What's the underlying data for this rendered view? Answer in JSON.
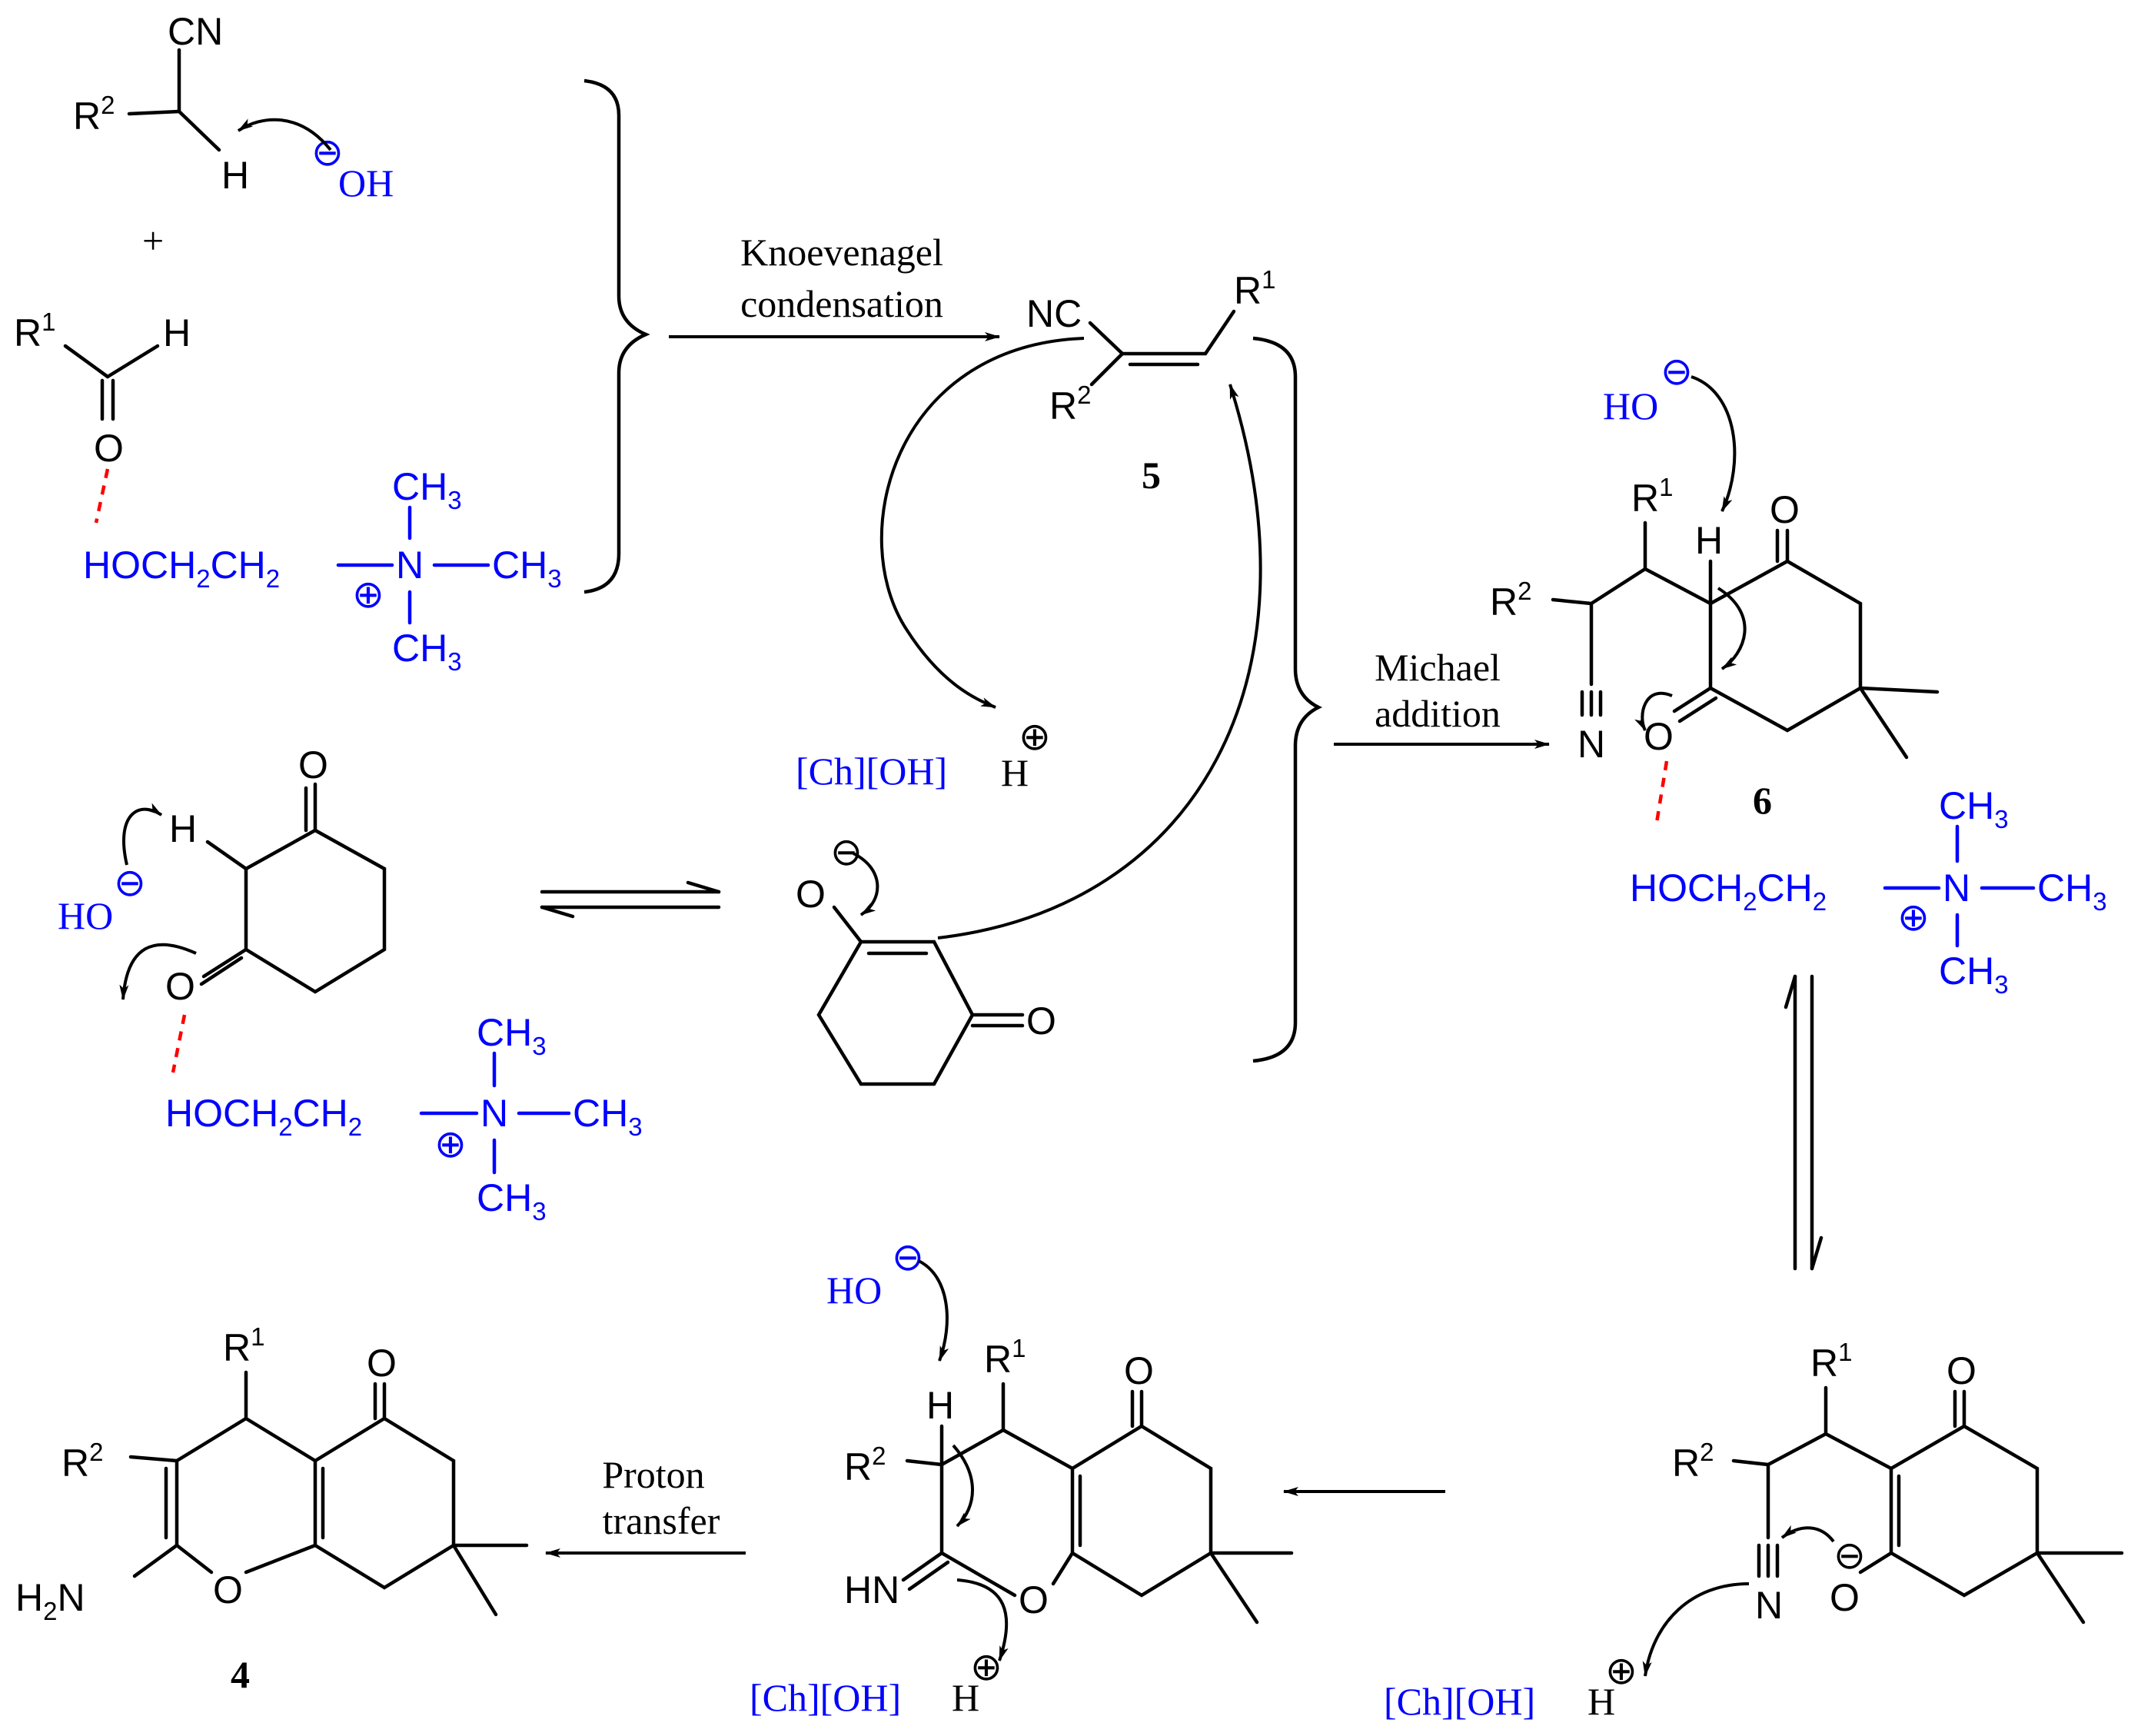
{
  "colors": {
    "ink": "#000000",
    "reagent": "#0000ff",
    "hbond": "#ff0000"
  },
  "labels": {
    "cn": "CN",
    "nc": "NC",
    "n": "N",
    "hn": "HN",
    "h2n": "H",
    "h2n_sub": "2",
    "h2n_tail": "N",
    "o": "O",
    "h": "H",
    "r1": "R",
    "r2": "R",
    "sup1": "1",
    "sup2": "2",
    "oh": "OH",
    "ho": "HO",
    "plus": "+",
    "choline_main": "HOCH",
    "sub2": "2",
    "ch": "CH",
    "ch3": "CH",
    "sub3": "3",
    "ch_oh": "[Ch][OH]",
    "charge_minus": "⊖",
    "charge_plus": "⊕"
  },
  "steps": {
    "knoevenagel_1": "Knoevenagel",
    "knoevenagel_2": "condensation",
    "michael_1": "Michael",
    "michael_2": "addition",
    "proton_1": "Proton",
    "proton_2": "transfer"
  },
  "compounds": {
    "c5": "5",
    "c6": "6",
    "c4": "4"
  }
}
